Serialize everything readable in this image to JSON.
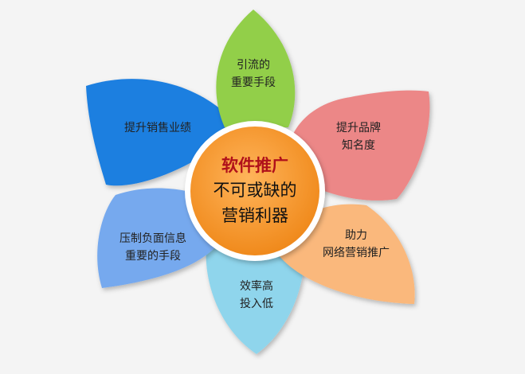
{
  "center": {
    "title": "软件推广",
    "line1": "不可或缺的",
    "line2": "营销利器"
  },
  "petals": [
    {
      "id": "top",
      "lines": [
        "引流的",
        "重要手段"
      ],
      "color": "#92cf4a"
    },
    {
      "id": "upper-right",
      "lines": [
        "提升品牌",
        "知名度"
      ],
      "color": "#ec8787"
    },
    {
      "id": "lower-right",
      "lines": [
        "助力",
        "网络营销推广"
      ],
      "color": "#fab87c"
    },
    {
      "id": "bottom",
      "lines": [
        "效率高",
        "投入低"
      ],
      "color": "#8fd5ec"
    },
    {
      "id": "lower-left",
      "lines": [
        "压制负面信息",
        "重要的手段"
      ],
      "color": "#76a9ee"
    },
    {
      "id": "upper-left",
      "lines": [
        "提升销售业绩"
      ],
      "color": "#1e7fe0"
    }
  ],
  "colors": {
    "center_fill": "#f9962c",
    "center_ring": "#ffffff",
    "background": "#f4f4f4"
  }
}
